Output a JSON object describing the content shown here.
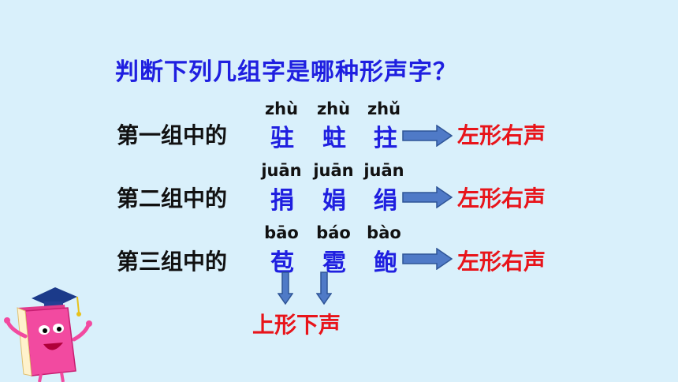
{
  "title": "判断下列几组字是哪种形声字？",
  "rows": [
    {
      "label": "第一组中的",
      "chars": [
        {
          "pinyin": "zhù",
          "hanzi": "驻"
        },
        {
          "pinyin": "zhù",
          "hanzi": "蛀"
        },
        {
          "pinyin": "zhǔ",
          "hanzi": "拄"
        }
      ],
      "result": "左形右声"
    },
    {
      "label": "第二组中的",
      "chars": [
        {
          "pinyin": "juān",
          "hanzi": "捐"
        },
        {
          "pinyin": "juān",
          "hanzi": "娟"
        },
        {
          "pinyin": "juān",
          "hanzi": "绢"
        }
      ],
      "result": "左形右声"
    },
    {
      "label": "第三组中的",
      "chars": [
        {
          "pinyin": "bāo",
          "hanzi": "苞"
        },
        {
          "pinyin": "báo",
          "hanzi": "雹"
        },
        {
          "pinyin": "bào",
          "hanzi": "鲍"
        }
      ],
      "result": "左形右声"
    }
  ],
  "down_result": "上形下声",
  "colors": {
    "background": "#d9f0fb",
    "title": "#1f1fe0",
    "hanzi": "#1f1fe0",
    "result": "#e8141a",
    "arrow_fill": "#4f7ac7",
    "arrow_stroke": "#2f5597"
  },
  "icons": {
    "mascot": "book-mascot-icon",
    "right_arrow": "arrow-right-icon",
    "down_arrow": "arrow-down-icon"
  }
}
